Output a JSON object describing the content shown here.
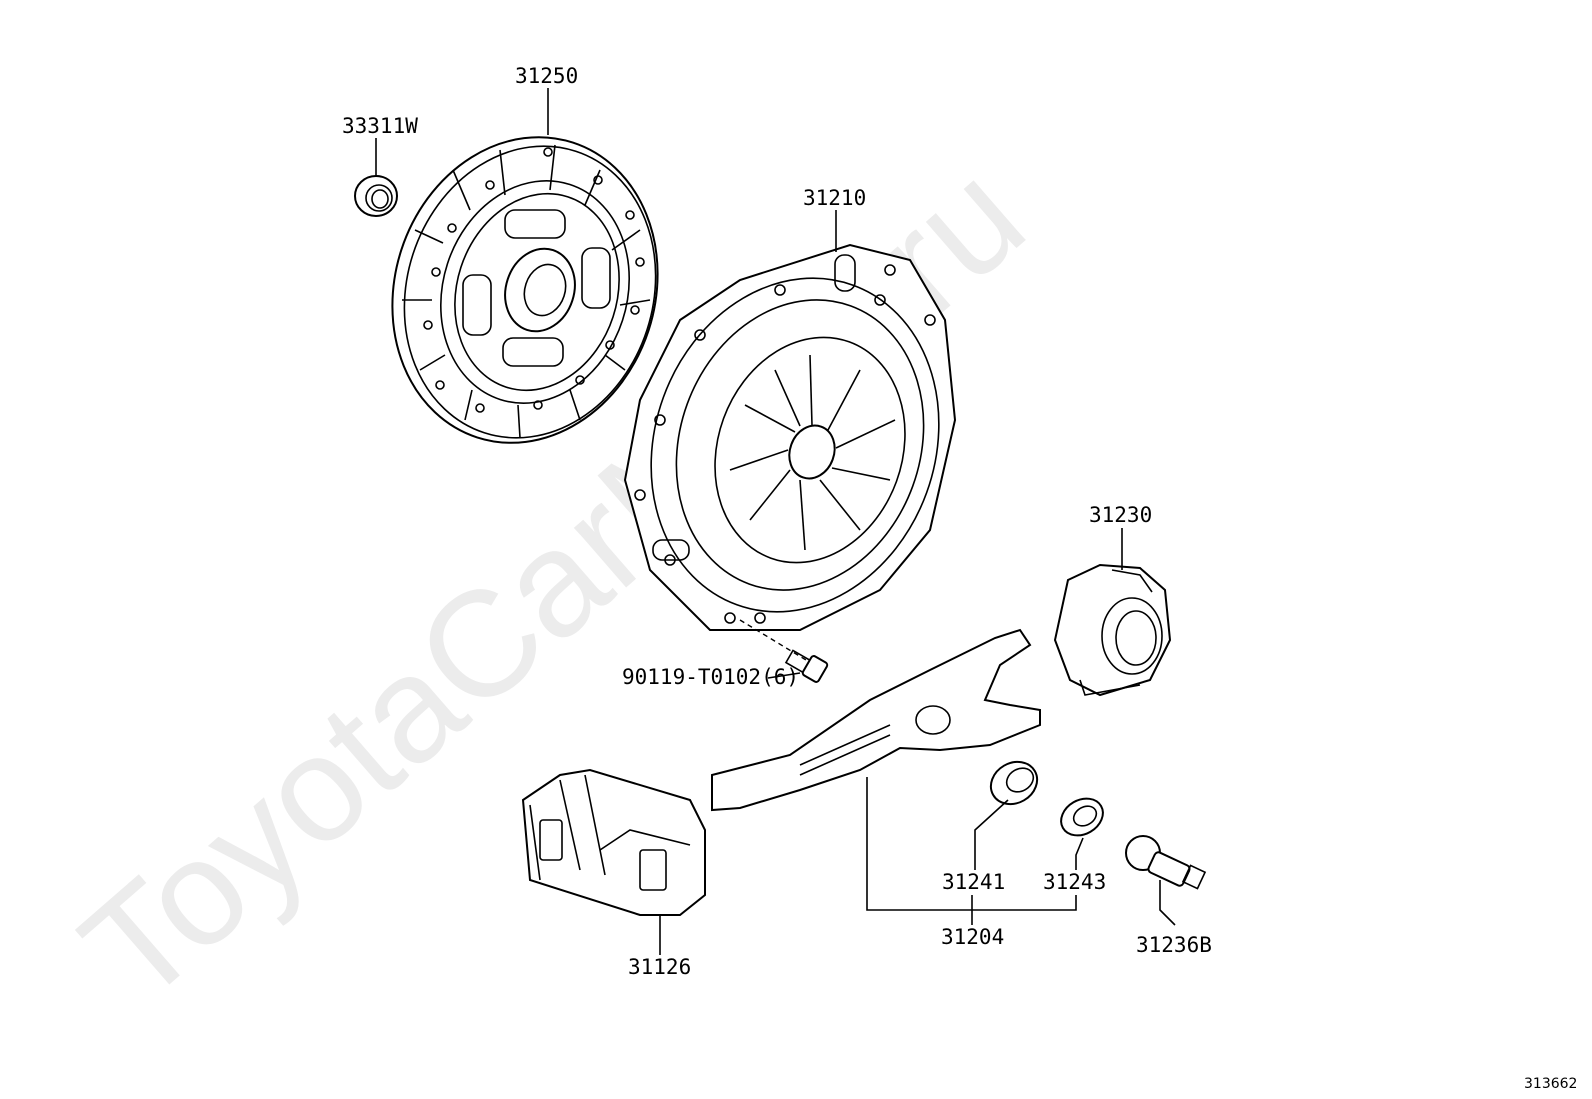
{
  "watermark": "ToyotaCarMine.ru",
  "diagram_id": "313662",
  "parts": [
    {
      "id": "p31250",
      "label": "31250"
    },
    {
      "id": "p33311W",
      "label": "33311W"
    },
    {
      "id": "p31210",
      "label": "31210"
    },
    {
      "id": "p31230",
      "label": "31230"
    },
    {
      "id": "p90119",
      "label": "90119-T0102(6)"
    },
    {
      "id": "p31241",
      "label": "31241"
    },
    {
      "id": "p31243",
      "label": "31243"
    },
    {
      "id": "p31204",
      "label": "31204"
    },
    {
      "id": "p31236B",
      "label": "31236B"
    },
    {
      "id": "p31126",
      "label": "31126"
    }
  ]
}
